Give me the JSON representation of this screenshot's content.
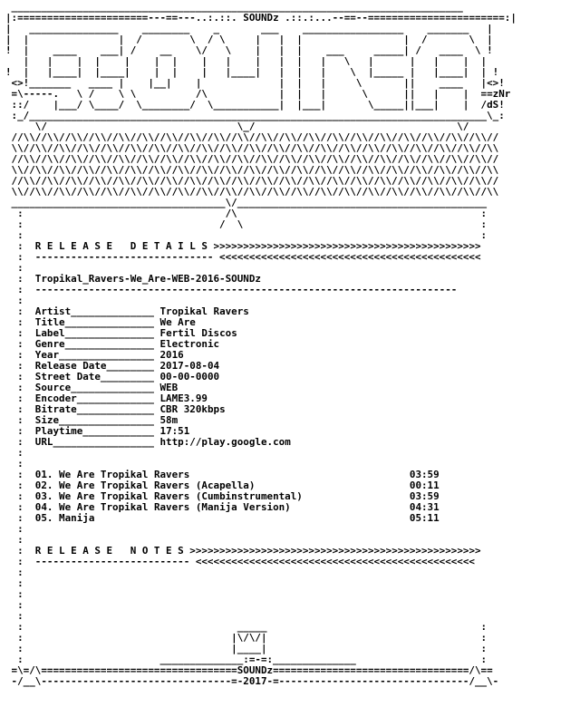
{
  "banner_title": "SOUNDz",
  "release_name": "Tropikal_Ravers-We_Are-WEB-2016-SOUNDz",
  "sections": {
    "details_title": "R E L E A S E   D E T A I L S",
    "notes_title": "R E L E A S E   N O T E S"
  },
  "details": [
    {
      "label": "Artist",
      "value": "Tropikal Ravers"
    },
    {
      "label": "Title",
      "value": "We Are"
    },
    {
      "label": "Label",
      "value": "Fertil Discos"
    },
    {
      "label": "Genre",
      "value": "Electronic"
    },
    {
      "label": "Year",
      "value": "2016"
    },
    {
      "label": "Release Date",
      "value": "2017-08-04"
    },
    {
      "label": "Street Date",
      "value": "00-00-0000"
    },
    {
      "label": "Source",
      "value": "WEB"
    },
    {
      "label": "Encoder",
      "value": "LAME3.99"
    },
    {
      "label": "Bitrate",
      "value": "CBR 320kbps"
    },
    {
      "label": "Size",
      "value": "58m"
    },
    {
      "label": "Playtime",
      "value": "17:51"
    },
    {
      "label": "URL",
      "value": "http://play.google.com"
    }
  ],
  "tracks": [
    {
      "num": "01.",
      "title": "We Are Tropikal Ravers",
      "time": "03:59"
    },
    {
      "num": "02.",
      "title": "We Are Tropikal Ravers (Acapella)",
      "time": "00:11"
    },
    {
      "num": "03.",
      "title": "We Are Tropikal Ravers (Cumbinstrumental)",
      "time": "03:59"
    },
    {
      "num": "04.",
      "title": "We Are Tropikal Ravers (Manija Version)",
      "time": "04:31"
    },
    {
      "num": "05.",
      "title": "Manija",
      "time": "05:11"
    }
  ],
  "footer": {
    "group": "SOUNDz",
    "year": "2017"
  }
}
